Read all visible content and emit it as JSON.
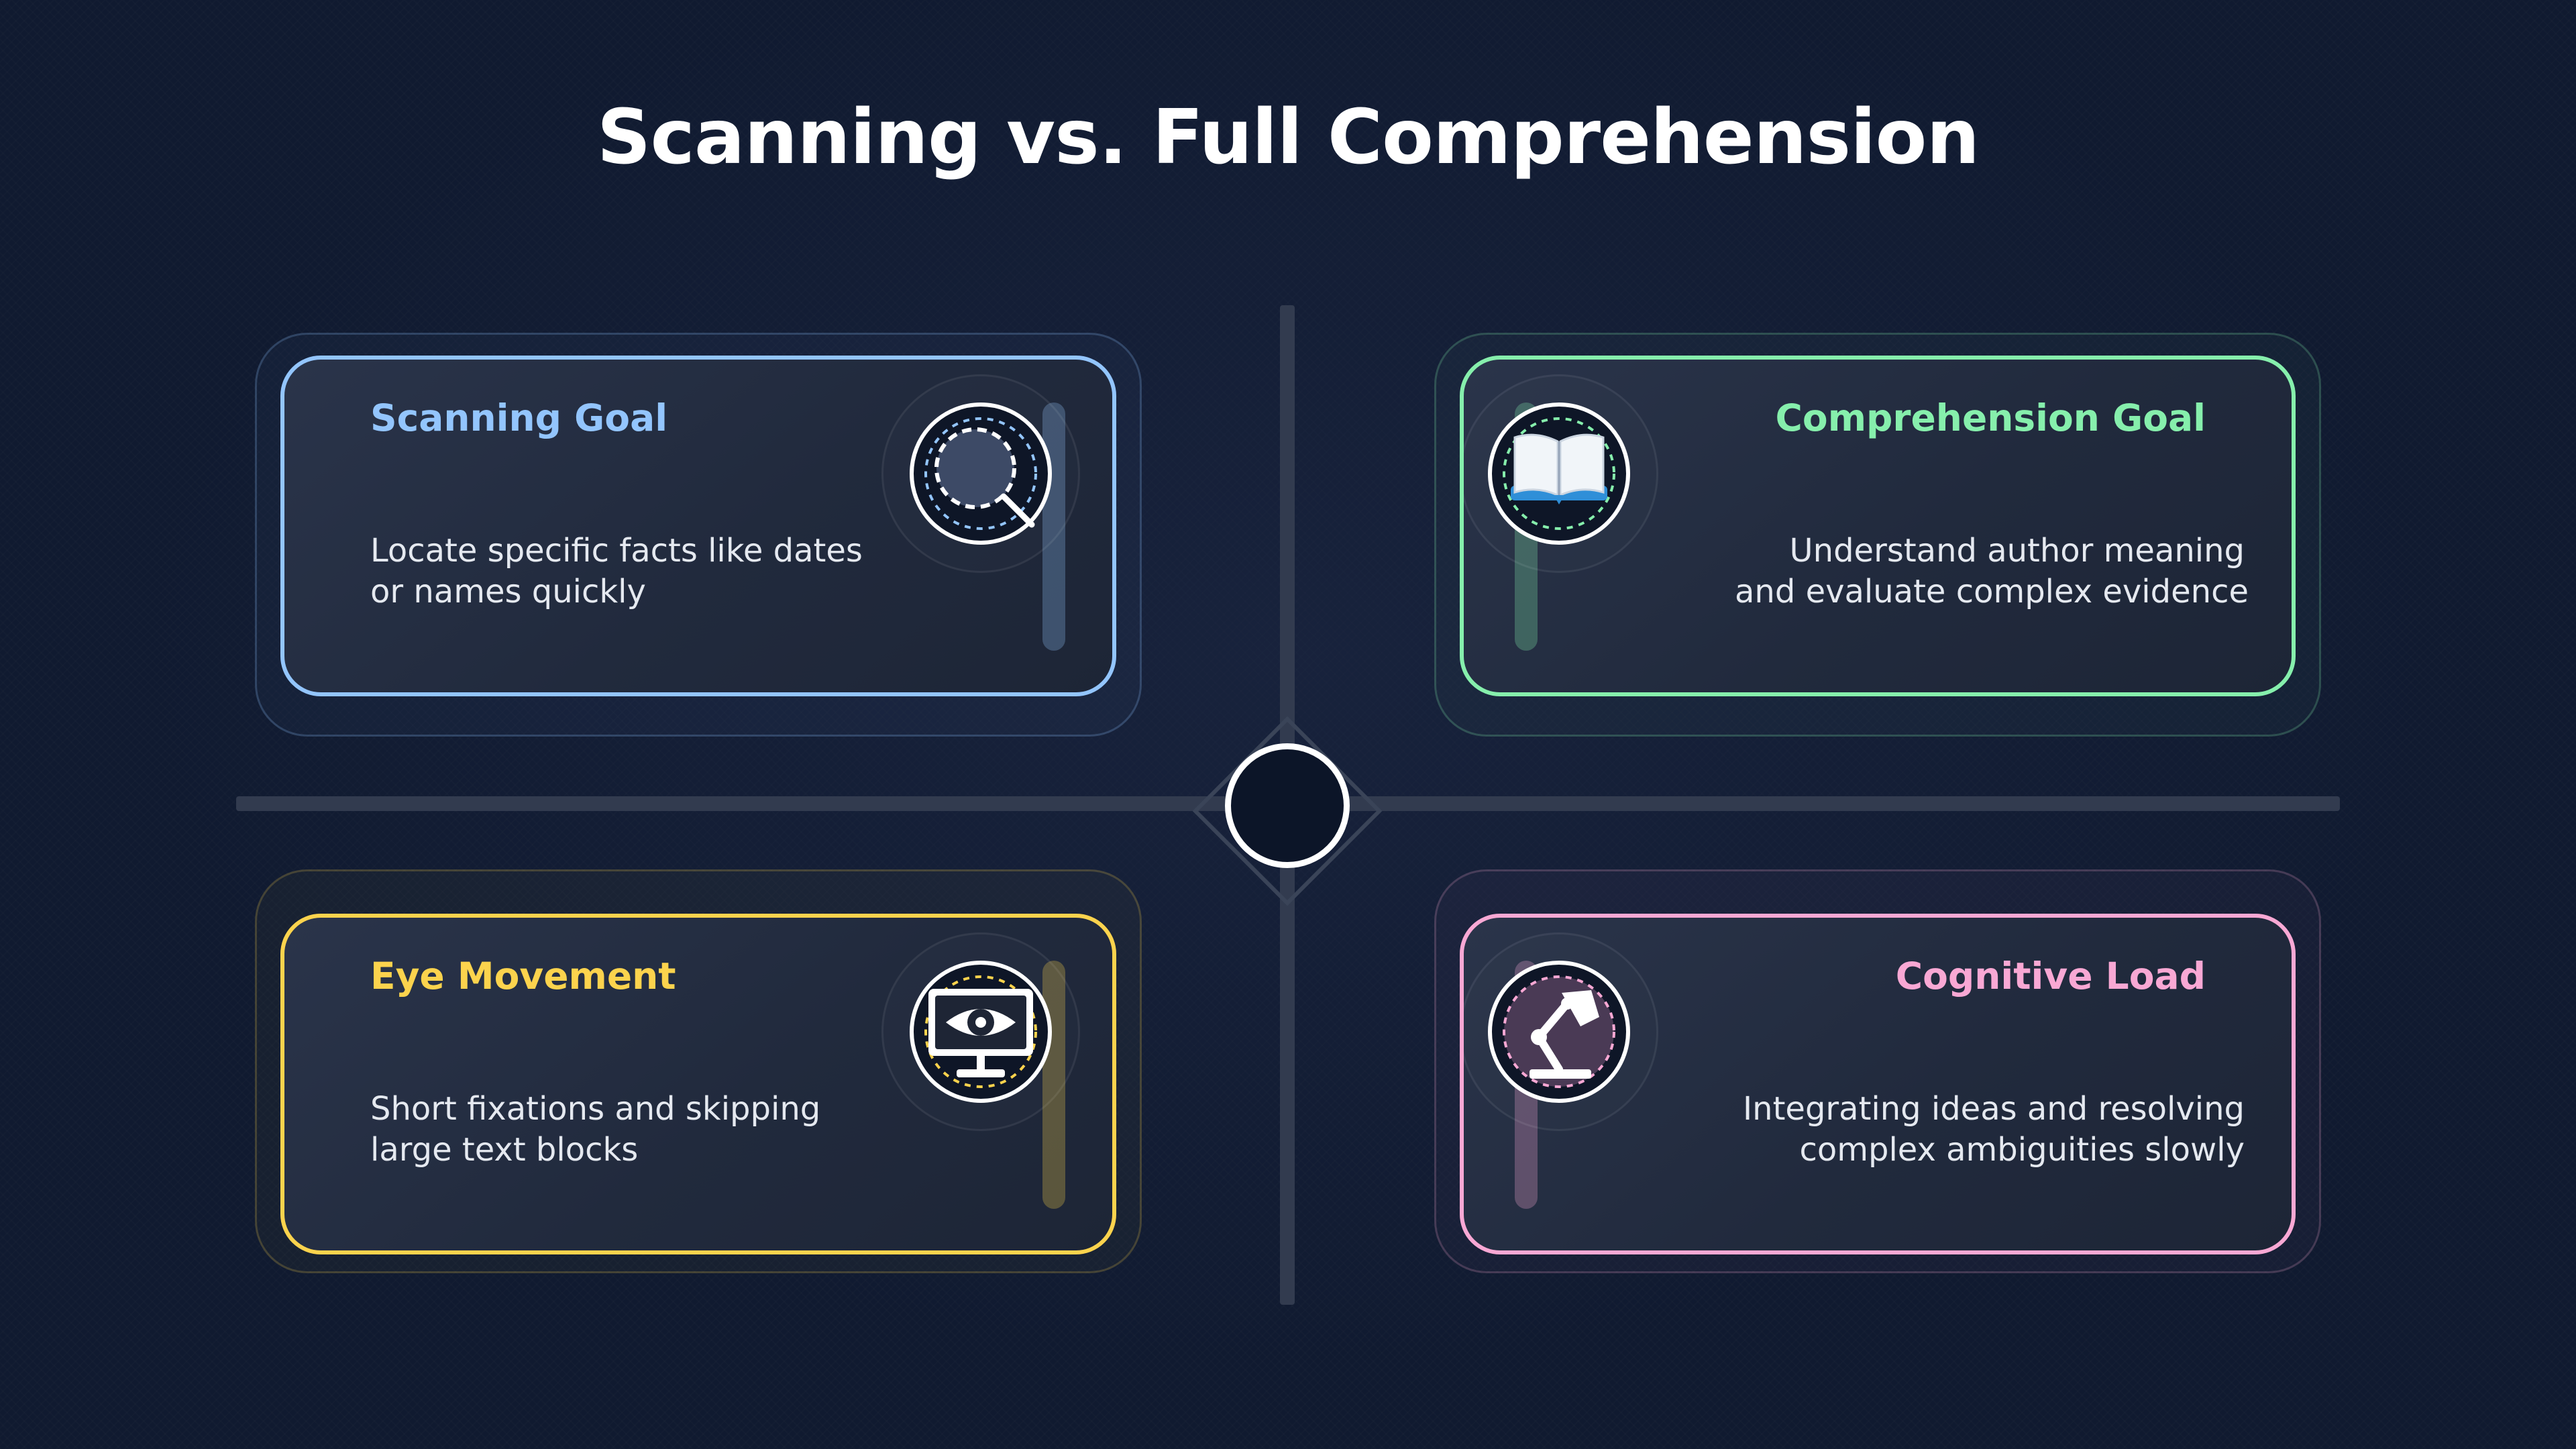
{
  "title": "Scanning vs. Full Comprehension",
  "colors": {
    "blue": "#93c5fd",
    "green": "#86efac",
    "yellow": "#fcd34d",
    "pink": "#f9a8d4",
    "background": "#101a30"
  },
  "quadrants": [
    {
      "title": "Scanning Goal",
      "desc": [
        "Locate specific facts like dates",
        "or names quickly"
      ],
      "icon": "magnifier-icon",
      "color": "#93c5fd"
    },
    {
      "title": "Comprehension Goal",
      "desc": [
        "Understand author meaning",
        "and evaluate complex evidence"
      ],
      "icon": "book-icon",
      "color": "#86efac"
    },
    {
      "title": "Eye Movement",
      "desc": [
        "Short fixations and skipping",
        "large text blocks"
      ],
      "icon": "eye-monitor-icon",
      "color": "#fcd34d"
    },
    {
      "title": "Cognitive Load",
      "desc": [
        "Integrating ideas and resolving",
        "complex ambiguities slowly"
      ],
      "icon": "desk-lamp-icon",
      "color": "#f9a8d4"
    }
  ]
}
